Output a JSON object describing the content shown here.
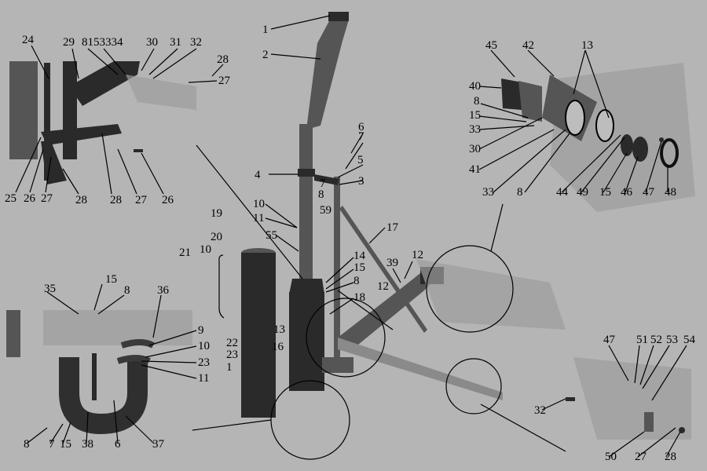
{
  "diagram": {
    "labels": [
      "24",
      "29",
      "8153334",
      "30",
      "31",
      "32",
      "28",
      "27",
      "25",
      "26",
      "27",
      "28",
      "28",
      "27",
      "26",
      "1",
      "2",
      "6",
      "7",
      "4",
      "5",
      "3",
      "7",
      "8",
      "59",
      "10",
      "11",
      "55",
      "17",
      "14",
      "15",
      "8",
      "18",
      "39",
      "12",
      "12",
      "13",
      "16",
      "19",
      "20",
      "21",
      "10",
      "22",
      "23",
      "1",
      "35",
      "15",
      "8",
      "36",
      "9",
      "10",
      "23",
      "11",
      "8",
      "7",
      "15",
      "38",
      "6",
      "37",
      "45",
      "42",
      "13",
      "40",
      "8",
      "15",
      "33",
      "30",
      "41",
      "33",
      "8",
      "44",
      "49",
      "15",
      "46",
      "47",
      "48",
      "47",
      "51",
      "52",
      "53",
      "54",
      "32",
      "50",
      "27",
      "28"
    ]
  }
}
